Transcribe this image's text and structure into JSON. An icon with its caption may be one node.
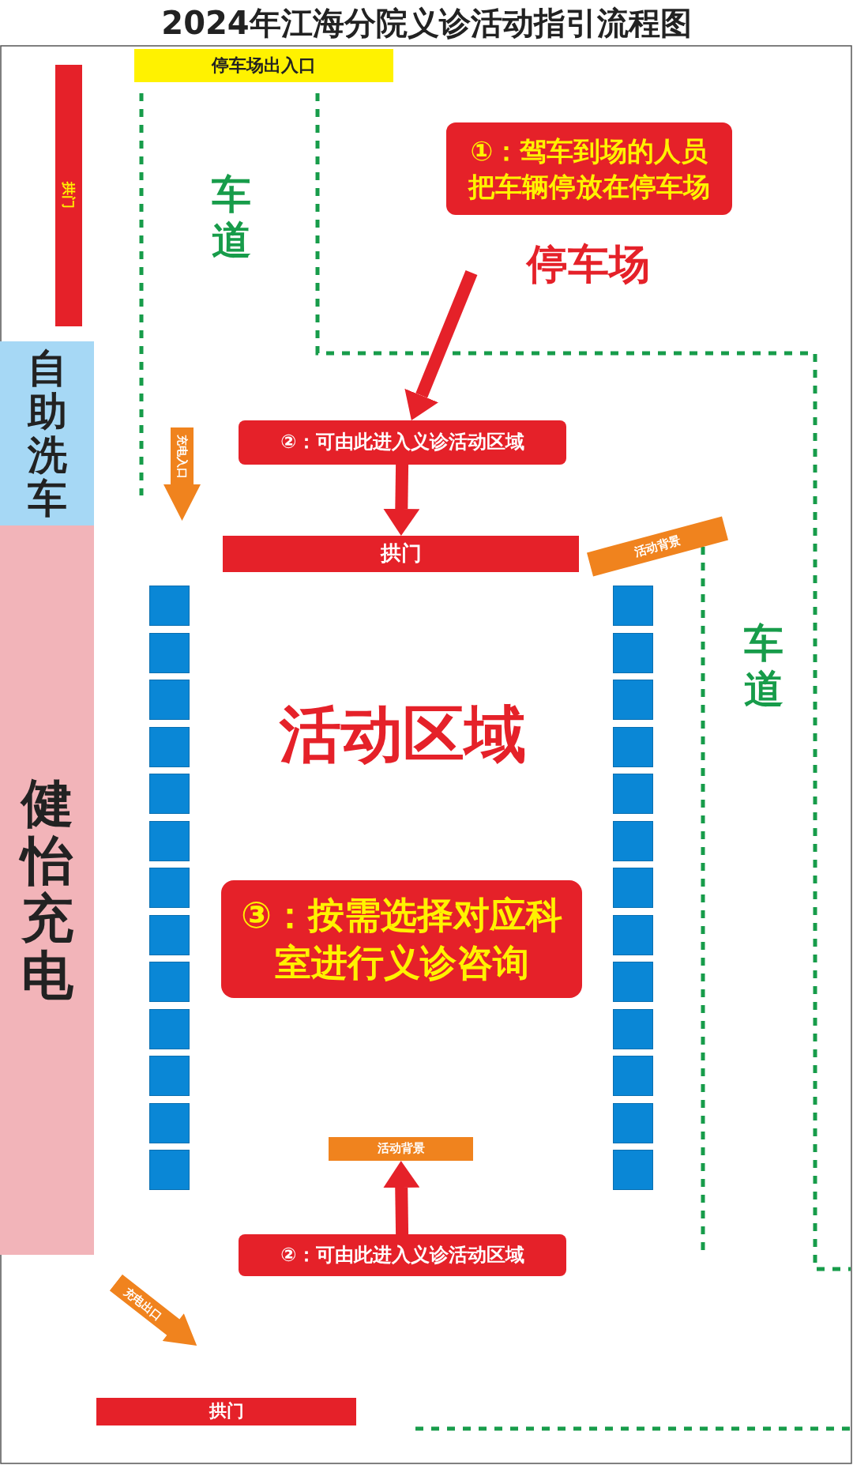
{
  "diagram": {
    "title": "2024年江海分院义诊活动指引流程图",
    "nodes": [
      {
        "text": [
          "停车场出入口"
        ]
      },
      {
        "text": [
          "拱门"
        ]
      },
      {
        "text": [
          "①：驾车到场的人员把车辆停放在停车场"
        ]
      },
      {
        "text": [
          "自助洗车"
        ]
      },
      {
        "text": [
          "②：可由此进入义诊活动区域"
        ]
      },
      {
        "text": [
          "充电入口"
        ]
      },
      {
        "text": [
          "拱门"
        ]
      },
      {
        "text": [
          "活动背景"
        ]
      },
      {
        "text": [
          "健怡充电"
        ]
      },
      {
        "text": [],
        "shape": "box"
      },
      {
        "text": [],
        "shape": "box"
      },
      {
        "text": [],
        "shape": "box"
      },
      {
        "text": [],
        "shape": "box"
      },
      {
        "text": [],
        "shape": "box"
      },
      {
        "text": [],
        "shape": "box"
      },
      {
        "text": [],
        "shape": "box"
      },
      {
        "text": [],
        "shape": "box"
      },
      {
        "text": [],
        "shape": "box"
      },
      {
        "text": [],
        "shape": "box"
      },
      {
        "text": [],
        "shape": "box"
      },
      {
        "text": [],
        "shape": "box"
      },
      {
        "text": [],
        "shape": "box"
      },
      {
        "text": [],
        "shape": "box"
      },
      {
        "text": [],
        "shape": "box"
      },
      {
        "text": [],
        "shape": "box"
      },
      {
        "text": [],
        "shape": "box"
      },
      {
        "text": [],
        "shape": "box"
      },
      {
        "text": [],
        "shape": "box"
      },
      {
        "text": [],
        "shape": "box"
      },
      {
        "text": [],
        "shape": "box"
      },
      {
        "text": [],
        "shape": "box"
      },
      {
        "text": [],
        "shape": "box"
      },
      {
        "text": [],
        "shape": "box"
      },
      {
        "text": [],
        "shape": "box"
      },
      {
        "text": [],
        "shape": "box"
      },
      {
        "text": [
          "③：按需选择对应科室进行义诊咨询"
        ]
      },
      {
        "text": [
          "活动背景"
        ]
      },
      {
        "text": [
          "②：可由此进入义诊活动区域"
        ]
      },
      {
        "text": [
          "充电出口"
        ]
      },
      {
        "text": [
          "拱门"
        ]
      }
    ],
    "edges": [
      {
        "from": null,
        "to": 4,
        "arrow": "to"
      },
      {
        "from": 4,
        "to": 6,
        "arrow": "to"
      },
      {
        "from": 37,
        "to": 36,
        "arrow": "to"
      }
    ],
    "labels": [
      "车道",
      "停车场",
      "车道",
      "活动区域"
    ]
  }
}
